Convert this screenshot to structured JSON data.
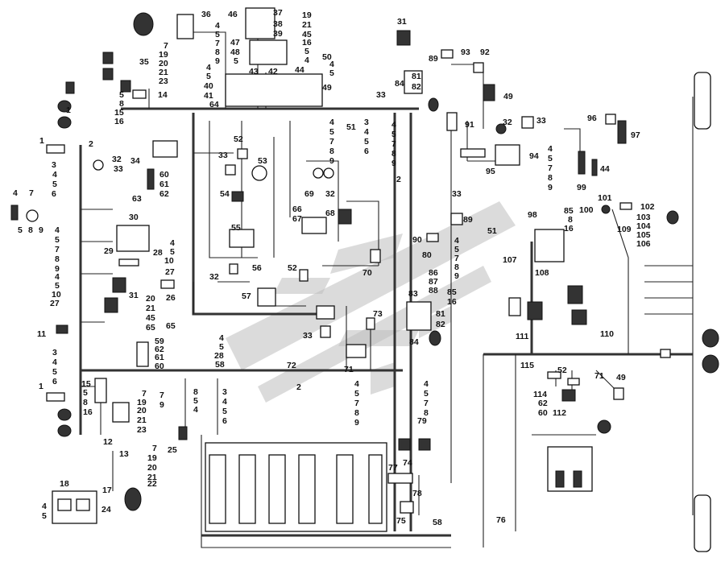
{
  "labels": [
    {
      "id": "l1",
      "text": "1"
    },
    {
      "id": "l1b",
      "text": "1"
    },
    {
      "id": "l1c",
      "text": "1"
    },
    {
      "id": "l2",
      "text": "2"
    },
    {
      "id": "l2b",
      "text": "2"
    },
    {
      "id": "l2c",
      "text": "2"
    },
    {
      "id": "l3",
      "text": "3"
    },
    {
      "id": "l4",
      "text": "4"
    },
    {
      "id": "l5",
      "text": "5"
    },
    {
      "id": "l6",
      "text": "6"
    },
    {
      "id": "l7",
      "text": "7"
    },
    {
      "id": "l8",
      "text": "8"
    },
    {
      "id": "l9",
      "text": "9"
    },
    {
      "id": "l10",
      "text": "10"
    },
    {
      "id": "l11",
      "text": "11"
    },
    {
      "id": "l12",
      "text": "12"
    },
    {
      "id": "l13",
      "text": "13"
    },
    {
      "id": "l14",
      "text": "14"
    },
    {
      "id": "l15",
      "text": "15"
    },
    {
      "id": "l16",
      "text": "16"
    },
    {
      "id": "l17",
      "text": "17"
    },
    {
      "id": "l18",
      "text": "18"
    },
    {
      "id": "l19",
      "text": "19"
    },
    {
      "id": "l20",
      "text": "20"
    },
    {
      "id": "l21",
      "text": "21"
    },
    {
      "id": "l22",
      "text": "22"
    },
    {
      "id": "l23",
      "text": "23"
    },
    {
      "id": "l24",
      "text": "24"
    },
    {
      "id": "l25",
      "text": "25"
    },
    {
      "id": "l26",
      "text": "26"
    },
    {
      "id": "l27",
      "text": "27"
    },
    {
      "id": "l28",
      "text": "28"
    },
    {
      "id": "l29",
      "text": "29"
    },
    {
      "id": "l30",
      "text": "30"
    },
    {
      "id": "l31",
      "text": "31"
    },
    {
      "id": "l31b",
      "text": "31"
    },
    {
      "id": "l32",
      "text": "32"
    },
    {
      "id": "l32b",
      "text": "32"
    },
    {
      "id": "l32c",
      "text": "32"
    },
    {
      "id": "l32d",
      "text": "32"
    },
    {
      "id": "l33",
      "text": "33"
    },
    {
      "id": "l33b",
      "text": "33"
    },
    {
      "id": "l33c",
      "text": "33"
    },
    {
      "id": "l33d",
      "text": "33"
    },
    {
      "id": "l33e",
      "text": "33"
    },
    {
      "id": "l33f",
      "text": "33"
    },
    {
      "id": "l34",
      "text": "34"
    },
    {
      "id": "l35",
      "text": "35"
    },
    {
      "id": "l36",
      "text": "36"
    },
    {
      "id": "l37",
      "text": "37"
    },
    {
      "id": "l38",
      "text": "38"
    },
    {
      "id": "l39",
      "text": "39"
    },
    {
      "id": "l40",
      "text": "40"
    },
    {
      "id": "l41",
      "text": "41"
    },
    {
      "id": "l42",
      "text": "42"
    },
    {
      "id": "l43",
      "text": "43"
    },
    {
      "id": "l44",
      "text": "44"
    },
    {
      "id": "l44b",
      "text": "44"
    },
    {
      "id": "l45",
      "text": "45"
    },
    {
      "id": "l46",
      "text": "46"
    },
    {
      "id": "l47",
      "text": "47"
    },
    {
      "id": "l48",
      "text": "48"
    },
    {
      "id": "l49",
      "text": "49"
    },
    {
      "id": "l49b",
      "text": "49"
    },
    {
      "id": "l49c",
      "text": "49"
    },
    {
      "id": "l50",
      "text": "50"
    },
    {
      "id": "l51",
      "text": "51"
    },
    {
      "id": "l51b",
      "text": "51"
    },
    {
      "id": "l52",
      "text": "52"
    },
    {
      "id": "l52b",
      "text": "52"
    },
    {
      "id": "l52c",
      "text": "52"
    },
    {
      "id": "l53",
      "text": "53"
    },
    {
      "id": "l54",
      "text": "54"
    },
    {
      "id": "l55",
      "text": "55"
    },
    {
      "id": "l56",
      "text": "56"
    },
    {
      "id": "l57",
      "text": "57"
    },
    {
      "id": "l58",
      "text": "58"
    },
    {
      "id": "l58b",
      "text": "58"
    },
    {
      "id": "l59",
      "text": "59"
    },
    {
      "id": "l60",
      "text": "60"
    },
    {
      "id": "l60b",
      "text": "60"
    },
    {
      "id": "l60c",
      "text": "60"
    },
    {
      "id": "l61",
      "text": "61"
    },
    {
      "id": "l61b",
      "text": "61"
    },
    {
      "id": "l62",
      "text": "62"
    },
    {
      "id": "l62b",
      "text": "62"
    },
    {
      "id": "l62c",
      "text": "62"
    },
    {
      "id": "l63",
      "text": "63"
    },
    {
      "id": "l64",
      "text": "64"
    },
    {
      "id": "l65",
      "text": "65"
    },
    {
      "id": "l66",
      "text": "66"
    },
    {
      "id": "l67",
      "text": "67"
    },
    {
      "id": "l68",
      "text": "68"
    },
    {
      "id": "l69",
      "text": "69"
    },
    {
      "id": "l70",
      "text": "70"
    },
    {
      "id": "l71",
      "text": "71"
    },
    {
      "id": "l71b",
      "text": "71"
    },
    {
      "id": "l72",
      "text": "72"
    },
    {
      "id": "l73",
      "text": "73"
    },
    {
      "id": "l74",
      "text": "74"
    },
    {
      "id": "l75",
      "text": "75"
    },
    {
      "id": "l76",
      "text": "76"
    },
    {
      "id": "l77",
      "text": "77"
    },
    {
      "id": "l78",
      "text": "78"
    },
    {
      "id": "l79",
      "text": "79"
    },
    {
      "id": "l80",
      "text": "80"
    },
    {
      "id": "l81",
      "text": "81"
    },
    {
      "id": "l81b",
      "text": "81"
    },
    {
      "id": "l82",
      "text": "82"
    },
    {
      "id": "l82b",
      "text": "82"
    },
    {
      "id": "l83",
      "text": "83"
    },
    {
      "id": "l84",
      "text": "84"
    },
    {
      "id": "l84b",
      "text": "84"
    },
    {
      "id": "l85",
      "text": "85"
    },
    {
      "id": "l85b",
      "text": "85"
    },
    {
      "id": "l86",
      "text": "86"
    },
    {
      "id": "l87",
      "text": "87"
    },
    {
      "id": "l88",
      "text": "88"
    },
    {
      "id": "l89",
      "text": "89"
    },
    {
      "id": "l89b",
      "text": "89"
    },
    {
      "id": "l90",
      "text": "90"
    },
    {
      "id": "l91",
      "text": "91"
    },
    {
      "id": "l92",
      "text": "92"
    },
    {
      "id": "l93",
      "text": "93"
    },
    {
      "id": "l94",
      "text": "94"
    },
    {
      "id": "l95",
      "text": "95"
    },
    {
      "id": "l96",
      "text": "96"
    },
    {
      "id": "l97",
      "text": "97"
    },
    {
      "id": "l98",
      "text": "98"
    },
    {
      "id": "l99",
      "text": "99"
    },
    {
      "id": "l100",
      "text": "100"
    },
    {
      "id": "l101",
      "text": "101"
    },
    {
      "id": "l102",
      "text": "102"
    },
    {
      "id": "l103",
      "text": "103"
    },
    {
      "id": "l104",
      "text": "104"
    },
    {
      "id": "l105",
      "text": "105"
    },
    {
      "id": "l106",
      "text": "106"
    },
    {
      "id": "l107",
      "text": "107"
    },
    {
      "id": "l108",
      "text": "108"
    },
    {
      "id": "l109",
      "text": "109"
    },
    {
      "id": "l110",
      "text": "110"
    },
    {
      "id": "l111",
      "text": "111"
    },
    {
      "id": "l112",
      "text": "112"
    },
    {
      "id": "l114",
      "text": "114"
    },
    {
      "id": "l115",
      "text": "115"
    }
  ],
  "wire_groups": {
    "g_36": [
      "4",
      "5",
      "7",
      "8",
      "9"
    ],
    "g_19a": [
      "19",
      "21",
      "45",
      "16",
      "5",
      "4"
    ],
    "g_7a": [
      "7",
      "19",
      "20",
      "21",
      "23"
    ],
    "g_4a": [
      "4",
      "5",
      "40",
      "41"
    ],
    "g_5a": [
      "5",
      "8",
      "15",
      "16"
    ],
    "g_4b": [
      "4",
      "5",
      "7",
      "8",
      "9"
    ],
    "g_3a": [
      "3",
      "4",
      "5",
      "6"
    ],
    "g_4c": [
      "4",
      "5",
      "7",
      "8",
      "9"
    ],
    "g_3b": [
      "3",
      "4",
      "5",
      "6"
    ],
    "g_4d": [
      "4",
      "5",
      "7",
      "8",
      "9"
    ],
    "g_4e": [
      "4",
      "5",
      "7",
      "8",
      "9"
    ],
    "g_4f": [
      "4",
      "5",
      "10",
      "27"
    ],
    "g_4g": [
      "4",
      "5",
      "10",
      "27"
    ],
    "g_20a": [
      "20",
      "21",
      "45",
      "65"
    ],
    "g_3c": [
      "3",
      "4",
      "5",
      "6"
    ],
    "g_3d": [
      "3",
      "4",
      "5",
      "6"
    ],
    "g_4h": [
      "4",
      "5",
      "28",
      "58"
    ],
    "g_3e": [
      "3",
      "4",
      "5",
      "6"
    ],
    "g_4i": [
      "4",
      "5",
      "7",
      "8",
      "9"
    ],
    "g_4j": [
      "4",
      "5",
      "7",
      "8",
      "79"
    ],
    "g_8a": [
      "8",
      "5",
      "4"
    ],
    "g_7b": [
      "7",
      "19",
      "20",
      "21",
      "23"
    ],
    "g_7c": [
      "7",
      "19",
      "20",
      "21",
      "22"
    ],
    "g_4k": [
      "4",
      "5",
      "7",
      "8",
      "9"
    ],
    "g_4l": [
      "4",
      "5",
      "7",
      "8",
      "9"
    ],
    "g_86": [
      "86",
      "87",
      "88"
    ],
    "g_85": [
      "85",
      "16"
    ],
    "g_85b": [
      "85",
      "8",
      "16"
    ],
    "g_103": [
      "103",
      "104",
      "105",
      "106"
    ],
    "g_59": [
      "59",
      "62",
      "61",
      "60"
    ],
    "g_60": [
      "60",
      "61",
      "62"
    ],
    "g_114": [
      "114",
      "62",
      "60"
    ],
    "g_15": [
      "15",
      "5",
      "8",
      "16"
    ],
    "g_4m": [
      "4",
      "5",
      "7",
      "8",
      "9"
    ],
    "g_46": [
      "47",
      "48",
      "5"
    ],
    "g_80": [
      "4",
      "5",
      "7",
      "8",
      "9"
    ]
  },
  "colors": {
    "line": "#222222",
    "watermark": "#bdbdbd",
    "device_fill": "#333333"
  }
}
